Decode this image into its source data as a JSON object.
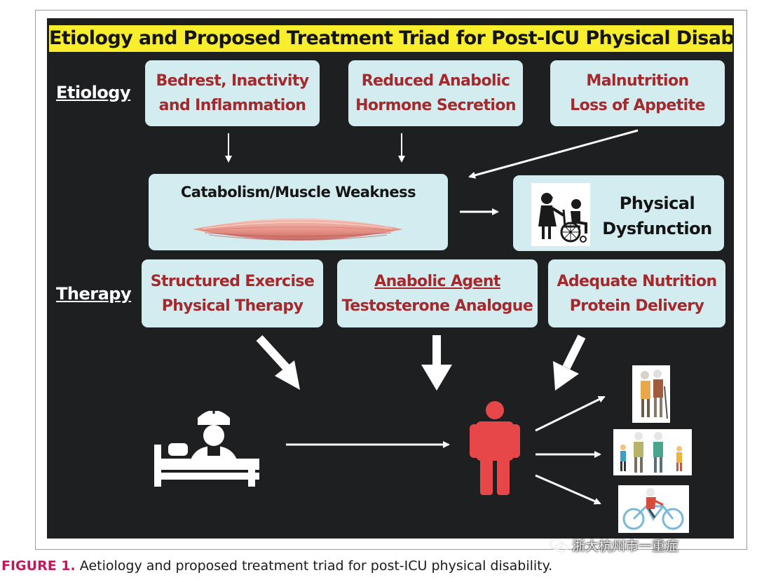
{
  "title": "Etiology and Proposed Treatment Triad for Post-ICU Physical Disability",
  "labels": {
    "etiology": "Etiology",
    "therapy": "Therapy"
  },
  "etiology_boxes": [
    {
      "line1": "Bedrest, Inactivity",
      "line2": "and Inflammation"
    },
    {
      "line1": "Reduced Anabolic",
      "line2": "Hormone Secretion"
    },
    {
      "line1": "Malnutrition",
      "line2": "Loss of Appetite"
    }
  ],
  "catabolism": {
    "title": "Catabolism/Muscle Weakness"
  },
  "physical_dysfunction": {
    "line1": "Physical",
    "line2": "Dysfunction"
  },
  "therapy_boxes": [
    {
      "line1": "Structured Exercise",
      "line2": "Physical Therapy"
    },
    {
      "line1": "Anabolic Agent",
      "line2": "Testosterone Analogue"
    },
    {
      "line1": "Adequate Nutrition",
      "line2": "Protein Delivery"
    }
  ],
  "caption": {
    "label": "FIGURE 1.",
    "text": " Aetiology and proposed treatment triad for post-ICU physical disability."
  },
  "watermark": {
    "text": "浙大杭州市一重症"
  },
  "colors": {
    "panel": "#1d1f21",
    "title_bg": "#f8ee2b",
    "box_bg": "#d3ecef",
    "box_text": "#a5282c",
    "person": "#e8474a",
    "caption_label": "#c2185b"
  },
  "icons": {
    "patient": "patient-in-hospital-bed-icon",
    "person": "standing-person-icon",
    "wheelchair": "wheelchair-caregiver-icon",
    "elderly_walking": "elderly-couple-walking-icon",
    "family_walking": "family-walking-icon",
    "cycling": "elderly-cycling-icon"
  }
}
